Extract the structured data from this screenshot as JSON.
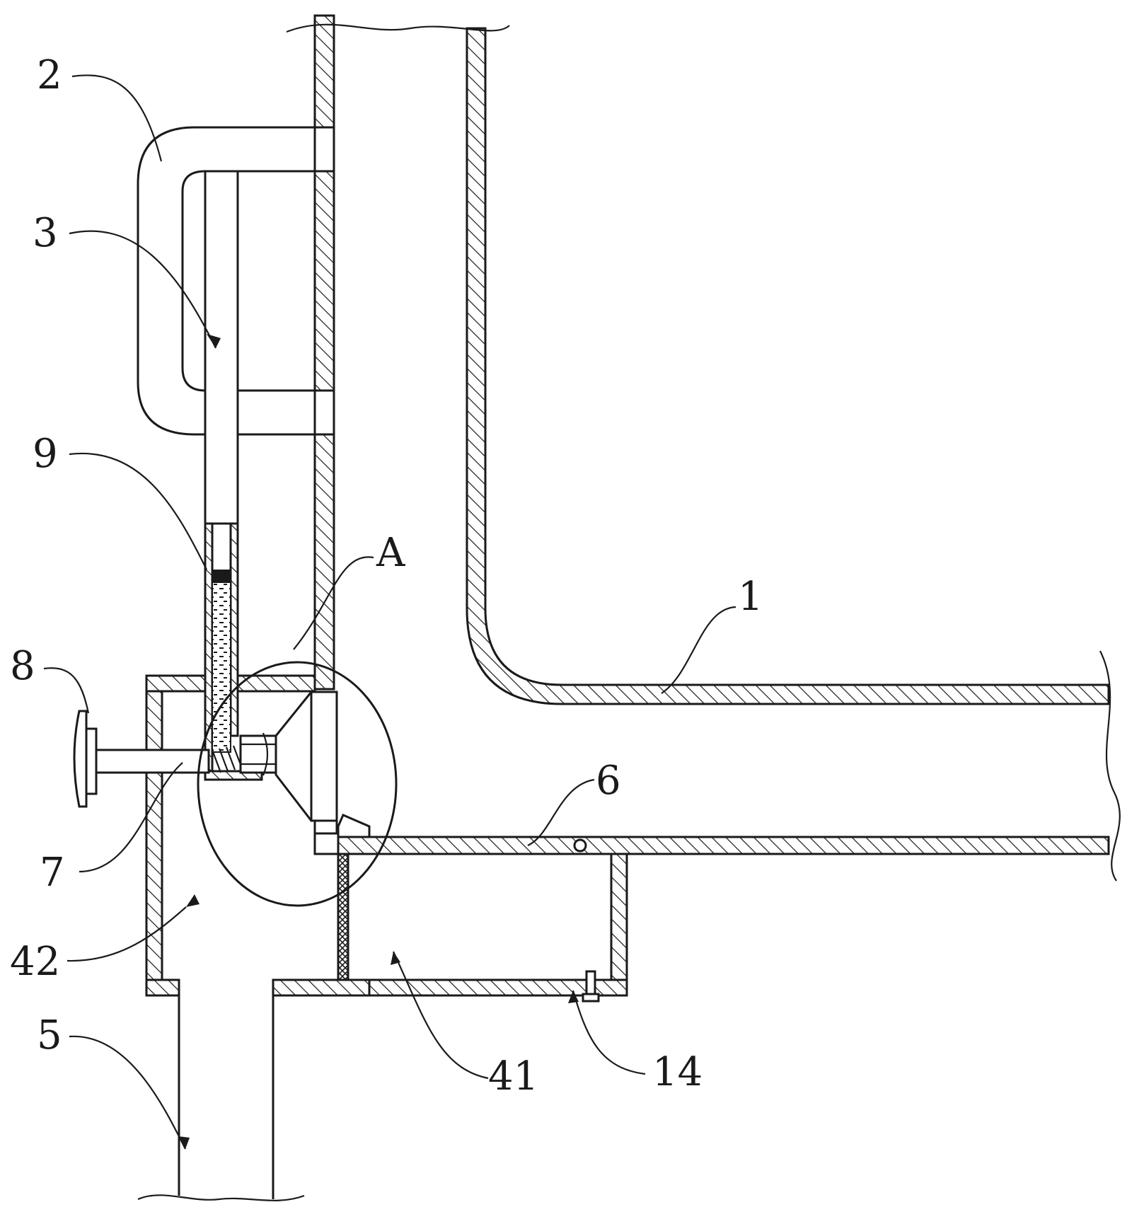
{
  "labels": {
    "l1": "1",
    "l2": "2",
    "l3": "3",
    "l5": "5",
    "l6": "6",
    "l7": "7",
    "l8": "8",
    "l9": "9",
    "l14": "14",
    "l41": "41",
    "l42": "42",
    "lA": "A"
  }
}
